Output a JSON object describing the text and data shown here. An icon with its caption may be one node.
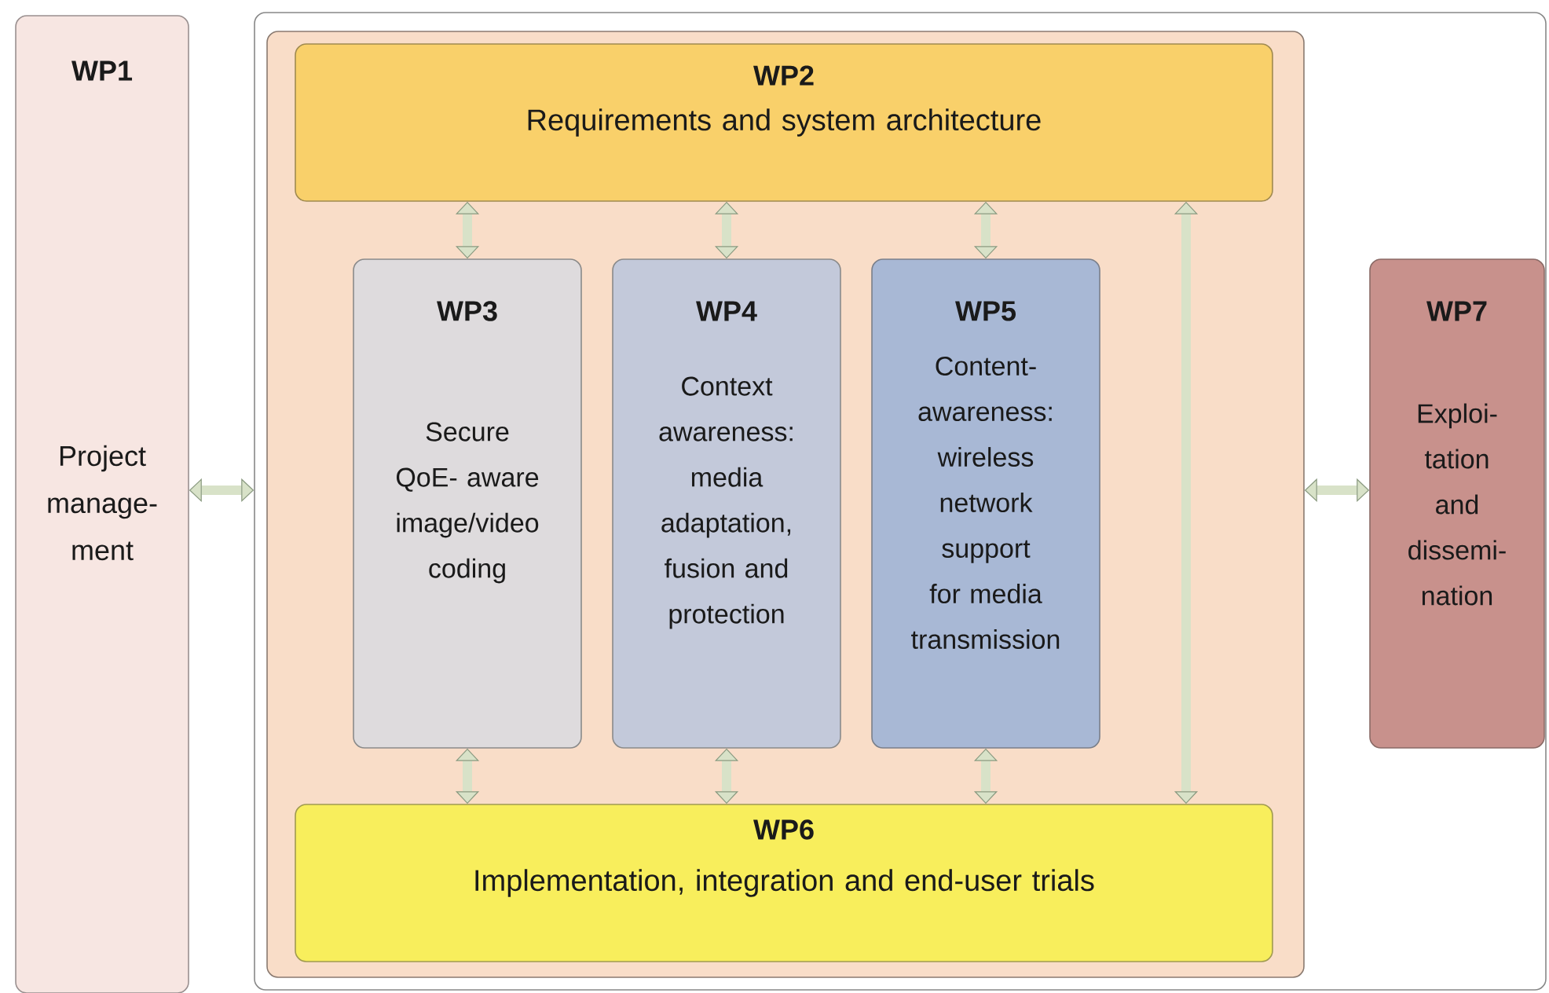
{
  "diagram": {
    "nodes": [
      {
        "text": [
          "WP1",
          "Project manage- ment"
        ]
      },
      {
        "text": [],
        "shape": "box"
      },
      {
        "text": [],
        "shape": "box",
        "in": 1
      },
      {
        "text": [
          "WP2",
          "Requirements and system architecture"
        ],
        "in": 2
      },
      {
        "text": [
          "WP3",
          "Secure QoE- aware image/video coding"
        ],
        "in": 2
      },
      {
        "text": [
          "WP4",
          "Context awareness: media adaptation, fusion and protection"
        ],
        "in": 2
      },
      {
        "text": [
          "WP5",
          "Content- awareness: wireless network support for media transmission"
        ],
        "in": 2
      },
      {
        "text": [
          "WP6",
          "Implementation, integration and end-user trials"
        ],
        "in": 2
      },
      {
        "text": [
          "WP7",
          "Exploi- tation and dissemi- nation"
        ],
        "in": 1
      }
    ],
    "edges": [
      {
        "from": 0,
        "to": 1,
        "arrow": "both"
      },
      {
        "from": 3,
        "to": 4,
        "arrow": "both"
      },
      {
        "from": 3,
        "to": 5,
        "arrow": "both"
      },
      {
        "from": 3,
        "to": 6,
        "arrow": "both"
      },
      {
        "from": 3,
        "to": 7,
        "arrow": "both"
      },
      {
        "from": 4,
        "to": 7,
        "arrow": "both"
      },
      {
        "from": 5,
        "to": 7,
        "arrow": "both"
      },
      {
        "from": 6,
        "to": 7,
        "arrow": "both"
      },
      {
        "from": 2,
        "to": 8,
        "arrow": "both"
      }
    ]
  }
}
